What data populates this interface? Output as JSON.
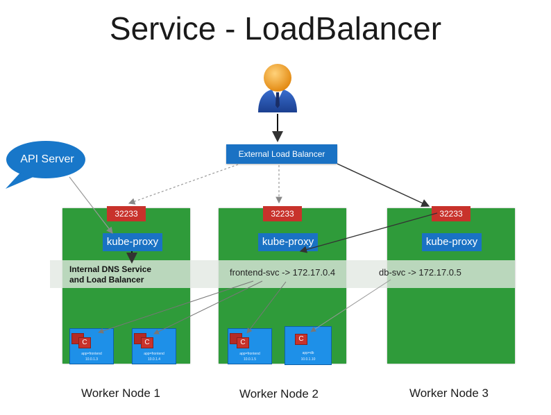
{
  "title": "Service - LoadBalancer",
  "api_server": "API Server",
  "external_lb": "External Load Balancer",
  "dns_label": "Internal DNS Service\nand Load Balancer",
  "services": {
    "frontend": "frontend-svc -> 172.17.0.4",
    "db": "db-svc -> 172.17.0.5"
  },
  "nodes": [
    {
      "name": "Worker Node 1",
      "port": "32233",
      "proxy": "kube-proxy"
    },
    {
      "name": "Worker Node 2",
      "port": "32233",
      "proxy": "kube-proxy"
    },
    {
      "name": "Worker Node 3",
      "port": "32233",
      "proxy": "kube-proxy"
    }
  ],
  "pods": [
    {
      "container": "C",
      "app": "app=frontend",
      "ip": "10.0.1.3"
    },
    {
      "container": "C",
      "app": "app=frontend",
      "ip": "10.0.1.4"
    },
    {
      "container": "C",
      "app": "app=frontend",
      "ip": "10.0.1.5"
    },
    {
      "container": "C",
      "app": "app=db",
      "ip": "10.0.1.10"
    }
  ],
  "icons": {
    "user": "user-icon",
    "container": "container-icon"
  },
  "colors": {
    "node_green": "#2f9b3a",
    "port_red": "#c8322b",
    "proxy_blue": "#1a72c4",
    "pod_blue": "#1e90e8",
    "api_bubble": "#1877c9"
  }
}
